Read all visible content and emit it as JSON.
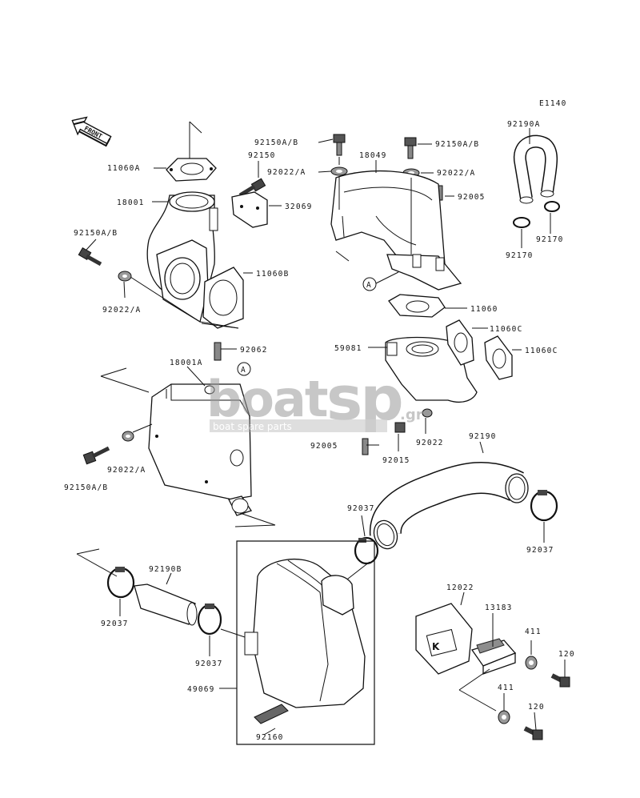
{
  "diagram": {
    "ref_code": "E1140",
    "front_label": "FRONT",
    "labels": {
      "p11060A": "11060A",
      "p18001": "18001",
      "p92150AB_left": "92150A/B",
      "p92022A_left": "92022/A",
      "p92150": "92150",
      "p32069": "32069",
      "p92150AB_top1": "92150A/B",
      "p92022A_top1": "92022/A",
      "p18049": "18049",
      "p92150AB_top2": "92150A/B",
      "p92022A_top2": "92022/A",
      "p92005_top": "92005",
      "p92190A": "92190A",
      "p92170_a": "92170",
      "p92170_b": "92170",
      "p11060B": "11060B",
      "marker_A1": "A",
      "marker_A2": "A",
      "p11060": "11060",
      "p59081": "59081",
      "p11060C_a": "11060C",
      "p11060C_b": "11060C",
      "p92062": "92062",
      "p18001A": "18001A",
      "p92022A_mid": "92022/A",
      "p92150AB_mid": "92150A/B",
      "p92005_mid": "92005",
      "p92015": "92015",
      "p92022": "92022",
      "p92190": "92190",
      "p92037_a": "92037",
      "p92037_b": "92037",
      "p92190B": "92190B",
      "p92037_c": "92037",
      "p92037_d": "92037",
      "p49069": "49069",
      "p92160": "92160",
      "p12022": "12022",
      "p13183": "13183",
      "p411_a": "411",
      "p120_a": "120",
      "p411_b": "411",
      "p120_b": "120"
    }
  },
  "watermark": {
    "brand_left": "boat",
    "brand_right": "sp",
    "suffix": ".gr",
    "tagline": "boat spare parts"
  }
}
